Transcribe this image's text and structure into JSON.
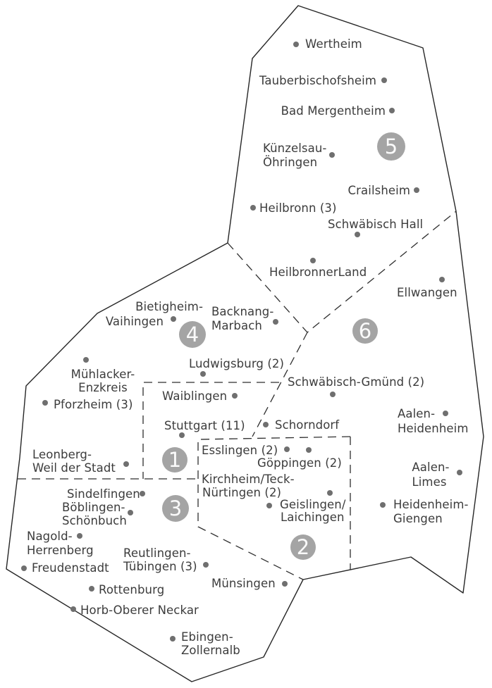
{
  "map": {
    "colors": {
      "background": "#ffffff",
      "boundary": "#262626",
      "dashed_border": "#2e2e2e",
      "place_dot": "#6f6f6f",
      "region_badge": "#a4a4a4",
      "region_number": "#fafafa",
      "label_text": "#3c3c3c"
    },
    "regions": [
      {
        "number": "1"
      },
      {
        "number": "2"
      },
      {
        "number": "3"
      },
      {
        "number": "4"
      },
      {
        "number": "5"
      },
      {
        "number": "6"
      }
    ],
    "places": [
      {
        "name": "Wertheim",
        "lines": [
          "Wertheim"
        ]
      },
      {
        "name": "Tauberbischofsheim",
        "lines": [
          "Tauberbischofsheim"
        ]
      },
      {
        "name": "Bad Mergentheim",
        "lines": [
          "Bad Mergentheim"
        ]
      },
      {
        "name": "Künzelsau-Öhringen",
        "lines": [
          "Künzelsau-",
          "Öhringen"
        ]
      },
      {
        "name": "Crailsheim",
        "lines": [
          "Crailsheim"
        ]
      },
      {
        "name": "Heilbronn (3)",
        "lines": [
          "Heilbronn (3)"
        ]
      },
      {
        "name": "Schwäbisch Hall",
        "lines": [
          "Schwäbisch Hall"
        ]
      },
      {
        "name": "HeilbronnerLand",
        "lines": [
          "HeilbronnerLand"
        ]
      },
      {
        "name": "Ellwangen",
        "lines": [
          "Ellwangen"
        ]
      },
      {
        "name": "Bietigheim-Vaihingen",
        "lines": [
          "Bietigheim-",
          "Vaihingen"
        ]
      },
      {
        "name": "Backnang-Marbach",
        "lines": [
          "Backnang-",
          "Marbach"
        ]
      },
      {
        "name": "Ludwigsburg (2)",
        "lines": [
          "Ludwigsburg (2)"
        ]
      },
      {
        "name": "Mühlacker-Enzkreis",
        "lines": [
          "Mühlacker-",
          "Enzkreis"
        ]
      },
      {
        "name": "Pforzheim (3)",
        "lines": [
          "Pforzheim (3)"
        ]
      },
      {
        "name": "Waiblingen",
        "lines": [
          "Waiblingen"
        ]
      },
      {
        "name": "Stuttgart (11)",
        "lines": [
          "Stuttgart (11)"
        ]
      },
      {
        "name": "Schwäbisch-Gmünd (2)",
        "lines": [
          "Schwäbisch-Gmünd (2)"
        ]
      },
      {
        "name": "Schorndorf",
        "lines": [
          "Schorndorf"
        ]
      },
      {
        "name": "Aalen-Heidenheim",
        "lines": [
          "Aalen-",
          "Heidenheim"
        ]
      },
      {
        "name": "Leonberg-Weil der Stadt",
        "lines": [
          "Leonberg-",
          "Weil der Stadt"
        ]
      },
      {
        "name": "Esslingen (2)",
        "lines": [
          "Esslingen (2)"
        ]
      },
      {
        "name": "Göppingen (2)",
        "lines": [
          "Göppingen (2)"
        ]
      },
      {
        "name": "Kirchheim/Teck-Nürtingen (2)",
        "lines": [
          "Kirchheim/Teck-",
          "Nürtingen (2)"
        ]
      },
      {
        "name": "Geislingen/Laichingen",
        "lines": [
          "Geislingen/",
          "Laichingen"
        ]
      },
      {
        "name": "Aalen-Limes",
        "lines": [
          "Aalen-",
          "Limes"
        ]
      },
      {
        "name": "Heidenheim-Giengen",
        "lines": [
          "Heidenheim-",
          "Giengen"
        ]
      },
      {
        "name": "Sindelfingen",
        "lines": [
          "Sindelfingen"
        ]
      },
      {
        "name": "Böblingen-Schönbuch",
        "lines": [
          "Böblingen-",
          "Schönbuch"
        ]
      },
      {
        "name": "Nagold-Herrenberg",
        "lines": [
          "Nagold-",
          "Herrenberg"
        ]
      },
      {
        "name": "Freudenstadt",
        "lines": [
          "Freudenstadt"
        ]
      },
      {
        "name": "Reutlingen-Tübingen (3)",
        "lines": [
          "Reutlingen-",
          "Tübingen (3)"
        ]
      },
      {
        "name": "Rottenburg",
        "lines": [
          "Rottenburg"
        ]
      },
      {
        "name": "Horb-Oberer Neckar",
        "lines": [
          "Horb-Oberer Neckar"
        ]
      },
      {
        "name": "Münsingen",
        "lines": [
          "Münsingen"
        ]
      },
      {
        "name": "Ebingen-Zollernalb",
        "lines": [
          "Ebingen-",
          "Zollernalb"
        ]
      }
    ]
  }
}
